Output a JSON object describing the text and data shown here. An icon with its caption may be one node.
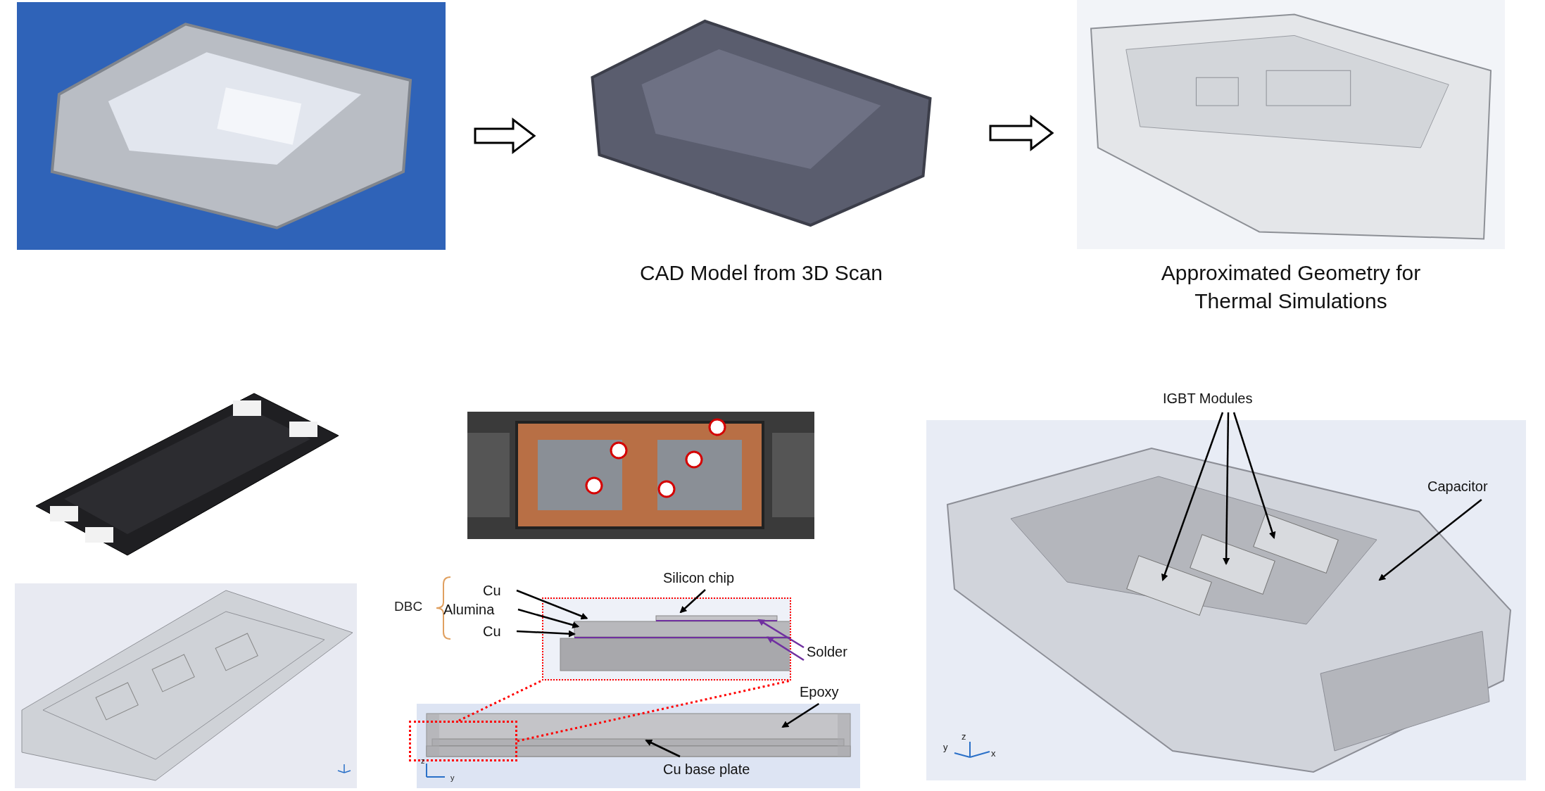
{
  "diagram": {
    "nodes": [
      {
        "text": [],
        "shape": "picture"
      },
      {
        "text": [],
        "shape": "picture",
        "beside": [
          "CAD Model from 3D Scan"
        ]
      },
      {
        "text": [],
        "shape": "picture",
        "beside": [
          "Approximated Geometry for Thermal Simulations"
        ]
      },
      {
        "text": [],
        "shape": "picture"
      },
      {
        "text": [],
        "shape": "picture"
      },
      {
        "text": [
          "IGBT Modules"
        ]
      },
      {
        "text": [],
        "shape": "picture"
      },
      {
        "text": [
          "Capacitor"
        ],
        "in": 6
      },
      {
        "text": [
          "Silicon chip"
        ]
      },
      {
        "text": [
          "Cu"
        ]
      },
      {
        "text": [
          "Alumina"
        ]
      },
      {
        "text": [
          "Cu"
        ]
      },
      {
        "text": [],
        "shape": "picture"
      },
      {
        "text": [
          "Solder"
        ]
      },
      {
        "text": [],
        "shape": "picture"
      },
      {
        "text": [
          "Epoxy"
        ]
      },
      {
        "text": [],
        "shape": "picture"
      },
      {
        "text": [],
        "shape": "box"
      },
      {
        "text": [
          "Cu base plate"
        ],
        "in": 16
      }
    ],
    "edges": [
      {
        "from": 0,
        "to": 1,
        "arrow": "to"
      },
      {
        "from": 1,
        "to": 2,
        "arrow": "to"
      },
      {
        "from": 5,
        "to": null,
        "arrow": "to"
      },
      {
        "from": 5,
        "to": null,
        "arrow": "to"
      },
      {
        "from": 5,
        "to": null,
        "arrow": "to"
      },
      {
        "from": 7,
        "to": null,
        "arrow": "to"
      },
      {
        "from": 8,
        "to": null,
        "arrow": "to"
      },
      {
        "from": 9,
        "to": 12,
        "arrow": "to"
      },
      {
        "from": 10,
        "to": 12,
        "arrow": "to"
      },
      {
        "from": 11,
        "to": 12,
        "arrow": "to"
      },
      {
        "from": 13,
        "to": 12,
        "arrow": "to",
        "color": "#7030a0"
      },
      {
        "from": 13,
        "to": 12,
        "arrow": "to",
        "color": "#7030a0"
      },
      {
        "from": 15,
        "to": null,
        "arrow": "to"
      },
      {
        "from": 18,
        "to": null,
        "arrow": "to"
      },
      {
        "from": 17,
        "to": 12,
        "arrow": "none",
        "style": "dashed",
        "color": "#ff0000"
      },
      {
        "from": 17,
        "to": 12,
        "arrow": "none",
        "style": "dashed",
        "color": "#ff0000"
      }
    ],
    "labels": [
      "DBC",
      "z",
      "y",
      "y",
      "z",
      "x"
    ]
  }
}
